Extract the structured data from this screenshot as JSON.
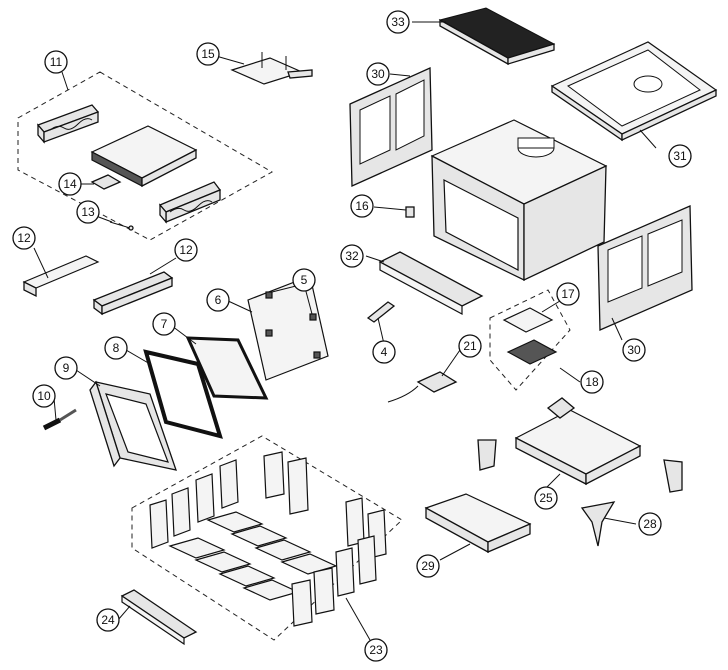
{
  "diagram": {
    "labels": {
      "p4": "4",
      "p5": "5",
      "p6": "6",
      "p7": "7",
      "p8": "8",
      "p9": "9",
      "p10": "10",
      "p11": "11",
      "p12a": "12",
      "p12b": "12",
      "p13": "13",
      "p14": "14",
      "p15": "15",
      "p16": "16",
      "p17": "17",
      "p18": "18",
      "p21": "21",
      "p23": "23",
      "p24": "24",
      "p25": "25",
      "p28": "28",
      "p29": "29",
      "p30a": "30",
      "p30b": "30",
      "p31": "31",
      "p32": "32",
      "p33": "33"
    }
  }
}
